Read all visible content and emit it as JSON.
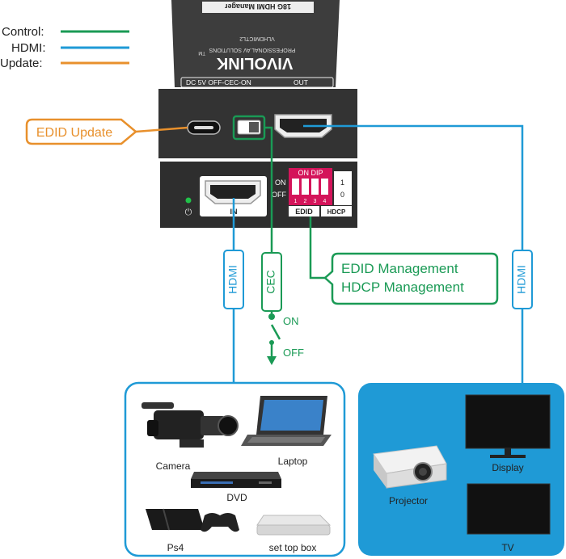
{
  "legend": {
    "control": "Control:",
    "hdmi": "HDMI:",
    "update": "Update:"
  },
  "device": {
    "model_tag": "18G HDMI Manager",
    "model_number": "VLHDMICTL2",
    "brand_tagline": "PROFESSIONAL AV SOLUTIONS",
    "brand": "VIVOLINK",
    "tm": "TM",
    "top_port_label": "DC 5V OFF-CEC-ON",
    "out_label": "OUT",
    "in_label": "IN",
    "dip_header": "ON  DIP",
    "dip_numbers": [
      "1",
      "2",
      "3",
      "4"
    ],
    "dip_on": "ON",
    "dip_off": "OFF",
    "dip_one": "1",
    "dip_zero": "0",
    "edid_label": "EDID",
    "hdcp_label": "HDCP"
  },
  "callouts": {
    "edid_update": "EDID Update",
    "mgmt_line1": "EDID Management",
    "mgmt_line2": "HDCP Management"
  },
  "cables": {
    "hdmi_left": "HDMI",
    "cec": "CEC",
    "hdmi_right": "HDMI",
    "switch_on": "ON",
    "switch_off": "OFF"
  },
  "sources": {
    "camera": "Camera",
    "laptop": "Laptop",
    "dvd": "DVD",
    "ps4": "Ps4",
    "set_top_box": "set top box"
  },
  "sinks": {
    "projector": "Projector",
    "display": "Display",
    "tv": "TV"
  },
  "colors": {
    "control": "#1a9a55",
    "hdmi": "#1f9ad6",
    "update": "#e8902c",
    "device": "#3a3a3a",
    "dip": "#d4145a",
    "sink_panel": "#1f9ad6"
  }
}
